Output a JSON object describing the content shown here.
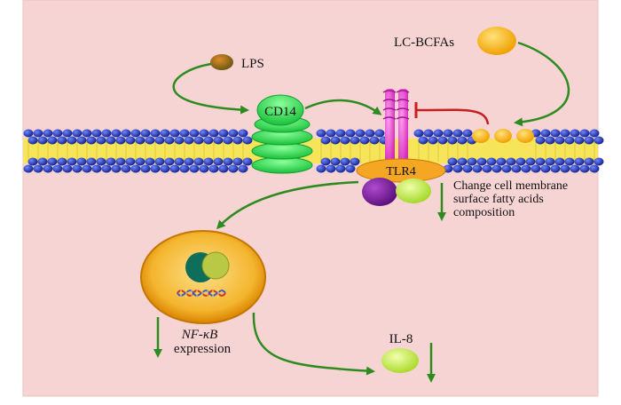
{
  "diagram": {
    "labels": {
      "lps": "LPS",
      "lc_bcfas": "LC-BCFAs",
      "cd14": "CD14",
      "tlr4": "TLR4",
      "membrane_change_line1": "Change cell membrane",
      "membrane_change_line2": "surface fatty acids",
      "membrane_change_line3": "composition",
      "nfkb_line1": "NF-κB",
      "nfkb_line2": "expression",
      "il8": "IL-8"
    },
    "colors": {
      "background": "#f7d4d4",
      "arrow": "#2e8b1f",
      "inhibition": "#c81e1e",
      "membrane_head": "#1f2f9e",
      "membrane_tail": "#f6e55a",
      "cd14": "#22d64b",
      "tlr4_receptor": "#e040c8",
      "tlr4_base": "#f5a623",
      "nucleus_outer": "#e08a00",
      "nucleus_inner": "#f6c84a"
    },
    "icons": [
      "lps-molecule-icon",
      "lc-bcfa-molecule-icon",
      "dna-helix-icon",
      "il8-molecule-icon"
    ]
  }
}
